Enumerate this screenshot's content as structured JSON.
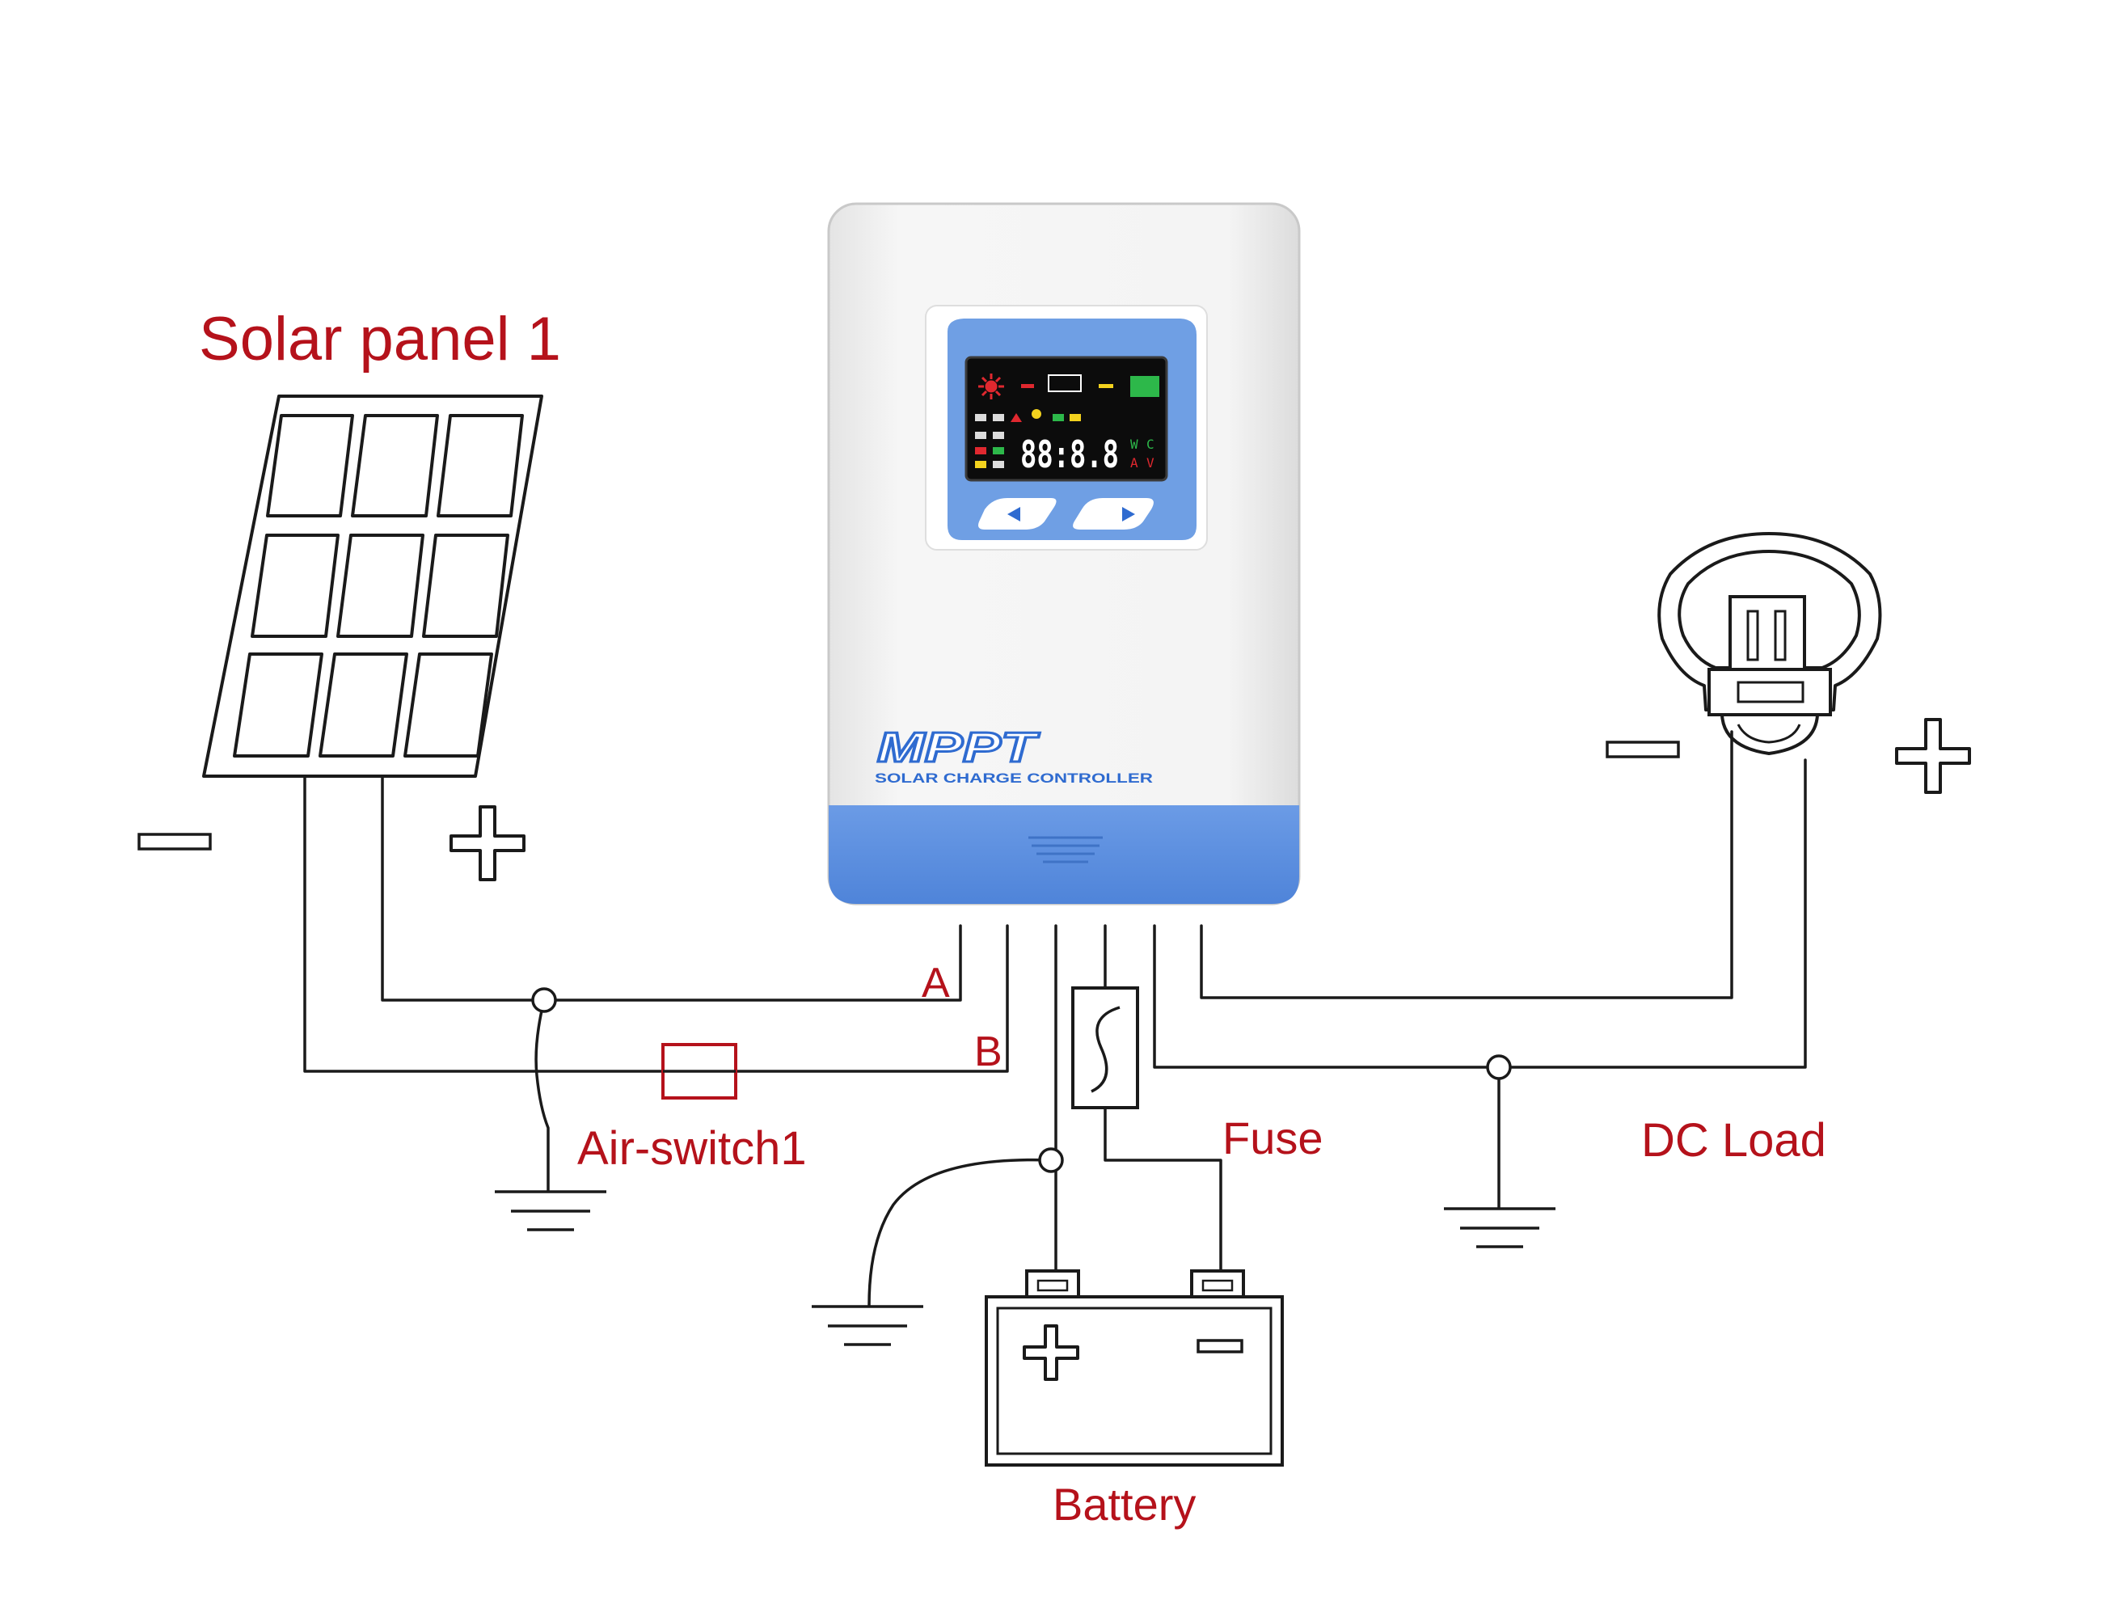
{
  "labels": {
    "solar_panel": "Solar panel 1",
    "air_switch": "Air-switch1",
    "fuse": "Fuse",
    "dc_load": "DC Load",
    "battery": "Battery",
    "terminal_a": "A",
    "terminal_b": "B"
  },
  "controller": {
    "brand": "MPPT",
    "subtitle": "SOLAR CHARGE CONTROLLER",
    "display_digits": "88:8.8",
    "left_button_icon": "left-arrow-icon",
    "right_button_icon": "right-arrow-icon"
  },
  "colors": {
    "label_red": "#b5121b",
    "controller_blue": "#5a8fe0",
    "controller_body": "#f2f2f2",
    "line": "#1a1a1a"
  },
  "icons": {
    "solar_panel": "solar-panel-icon",
    "bulb": "light-bulb-icon",
    "battery": "battery-icon",
    "fuse": "fuse-icon",
    "ground": "ground-icon",
    "plus": "plus-icon",
    "minus": "minus-icon"
  }
}
